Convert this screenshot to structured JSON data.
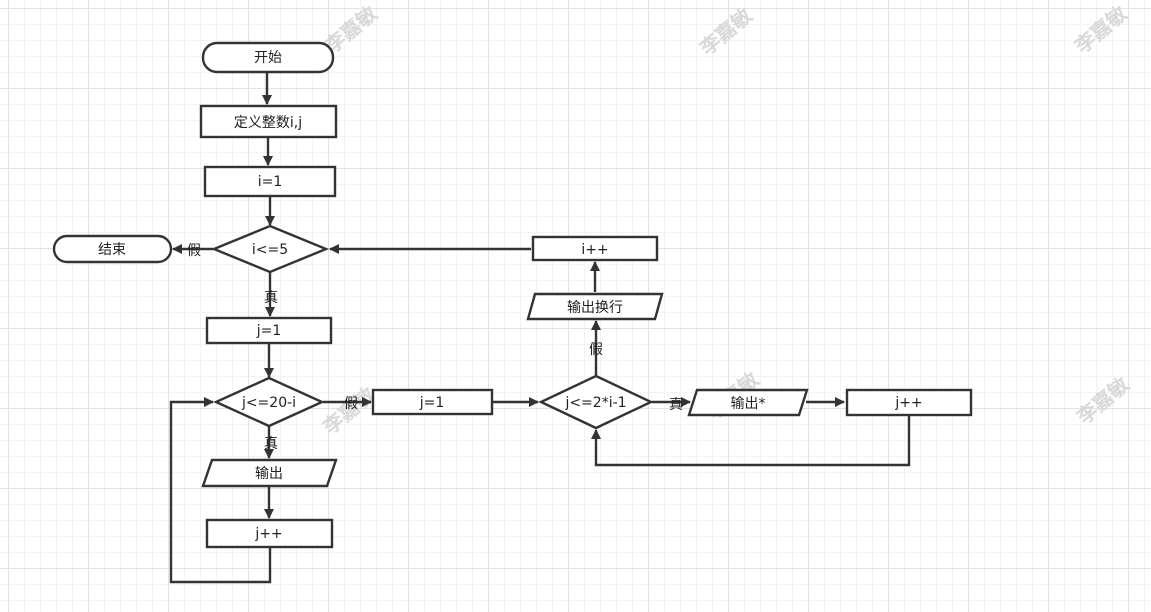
{
  "watermark": "李嘉敏",
  "nodes": {
    "start": "开始",
    "define": "定义整数i,j",
    "i_init": "i=1",
    "cond_i": "i<=5",
    "end": "结束",
    "j_init1": "j=1",
    "cond_j_space": "j<=20-i",
    "output_space": "输出",
    "j_inc1": "j++",
    "j_init2": "j=1",
    "cond_j_star": "j<=2*i-1",
    "output_star": "输出*",
    "j_inc2": "j++",
    "output_newline": "输出换行",
    "i_inc": "i++"
  },
  "edge_labels": {
    "cond_i_false": "假",
    "cond_i_true": "真",
    "cond_j_space_false": "假",
    "cond_j_space_true": "真",
    "cond_j_star_false": "假",
    "cond_j_star_true": "真"
  }
}
